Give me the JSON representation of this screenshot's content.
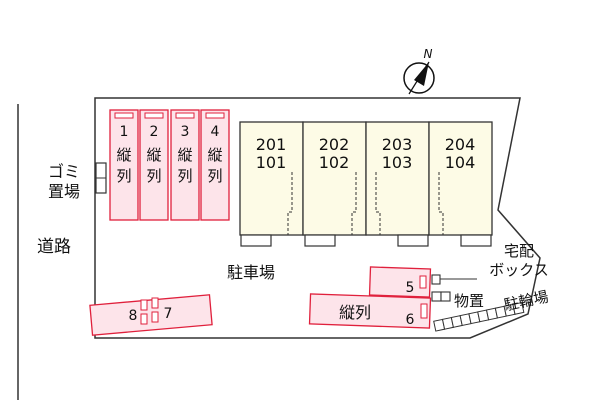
{
  "compass": {
    "letter": "N"
  },
  "labels": {
    "road": "道路",
    "garbage_line1": "ゴミ",
    "garbage_line2": "置場",
    "parking": "駐車場",
    "delivery_line1": "宅配",
    "delivery_line2": "ボックス",
    "storage": "物置",
    "bicycle": "駐輪場"
  },
  "parking_slots": [
    {
      "number": "1",
      "text": "縦列"
    },
    {
      "number": "2",
      "text": "縦列"
    },
    {
      "number": "3",
      "text": "縦列"
    },
    {
      "number": "4",
      "text": "縦列"
    },
    {
      "number": "5",
      "text": ""
    },
    {
      "number": "6",
      "text": "縦列"
    },
    {
      "number": "7",
      "text": ""
    },
    {
      "number": "8",
      "text": ""
    }
  ],
  "units": [
    {
      "upper": "201",
      "lower": "101"
    },
    {
      "upper": "202",
      "lower": "102"
    },
    {
      "upper": "203",
      "lower": "103"
    },
    {
      "upper": "204",
      "lower": "104"
    }
  ],
  "colors": {
    "parking_fill": "#fde4ea",
    "parking_stroke": "#e0203c",
    "building_fill": "#fdfbe6",
    "outline": "#333333"
  }
}
